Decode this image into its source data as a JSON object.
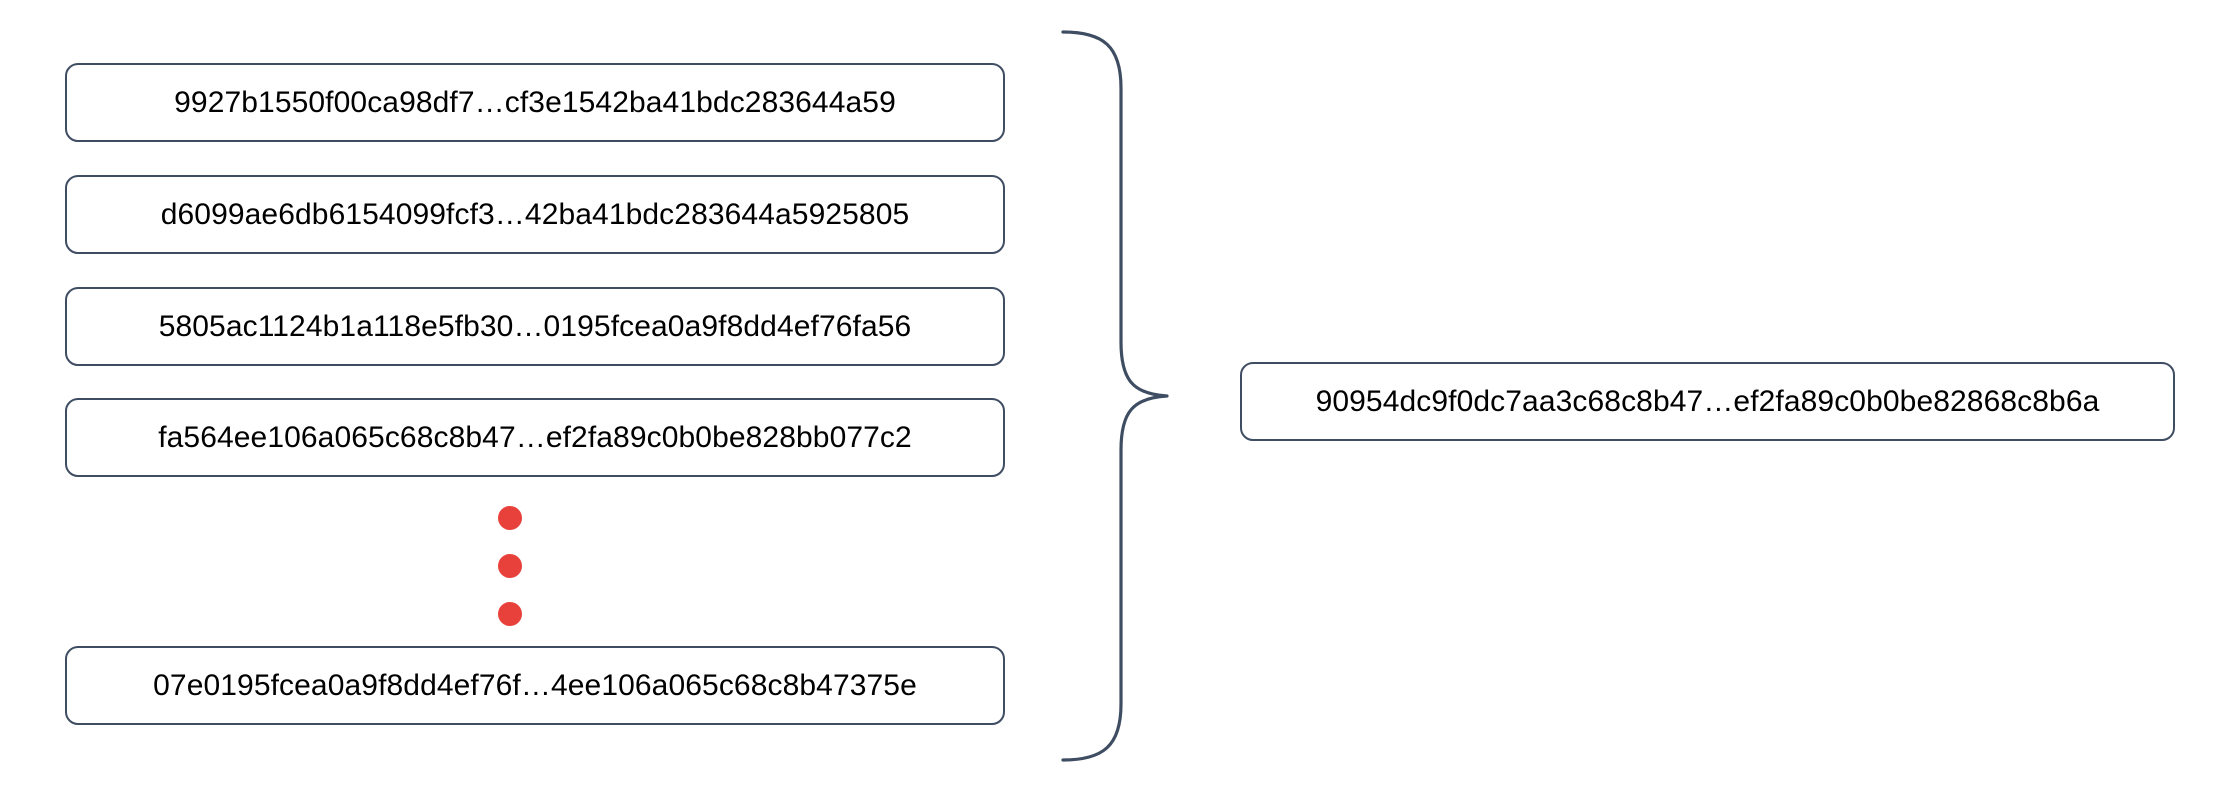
{
  "diagram": {
    "type": "aggregation-brace",
    "background_color": "#ffffff",
    "box_border_color": "#3f4d63",
    "box_fill_color": "#ffffff",
    "text_color": "#000000",
    "dot_color": "#e8413c",
    "brace_color": "#3f4d63",
    "brace_direction": "right",
    "ellipsis_dot_count": 3
  },
  "inputs": {
    "label": "input-hash-list",
    "items": [
      {
        "hash": "9927b1550f00ca98df7…cf3e1542ba41bdc283644a59"
      },
      {
        "hash": "d6099ae6db6154099fcf3…42ba41bdc283644a5925805"
      },
      {
        "hash": "5805ac1124b1a118e5fb30…0195fcea0a9f8dd4ef76fa56"
      },
      {
        "hash": "fa564ee106a065c68c8b47…ef2fa89c0b0be828bb077c2"
      },
      {
        "hash": "07e0195fcea0a9f8dd4ef76f…4ee106a065c68c8b47375e"
      }
    ]
  },
  "output": {
    "label": "aggregated-hash",
    "hash": "90954dc9f0dc7aa3c68c8b47…ef2fa89c0b0be82868c8b6a"
  }
}
